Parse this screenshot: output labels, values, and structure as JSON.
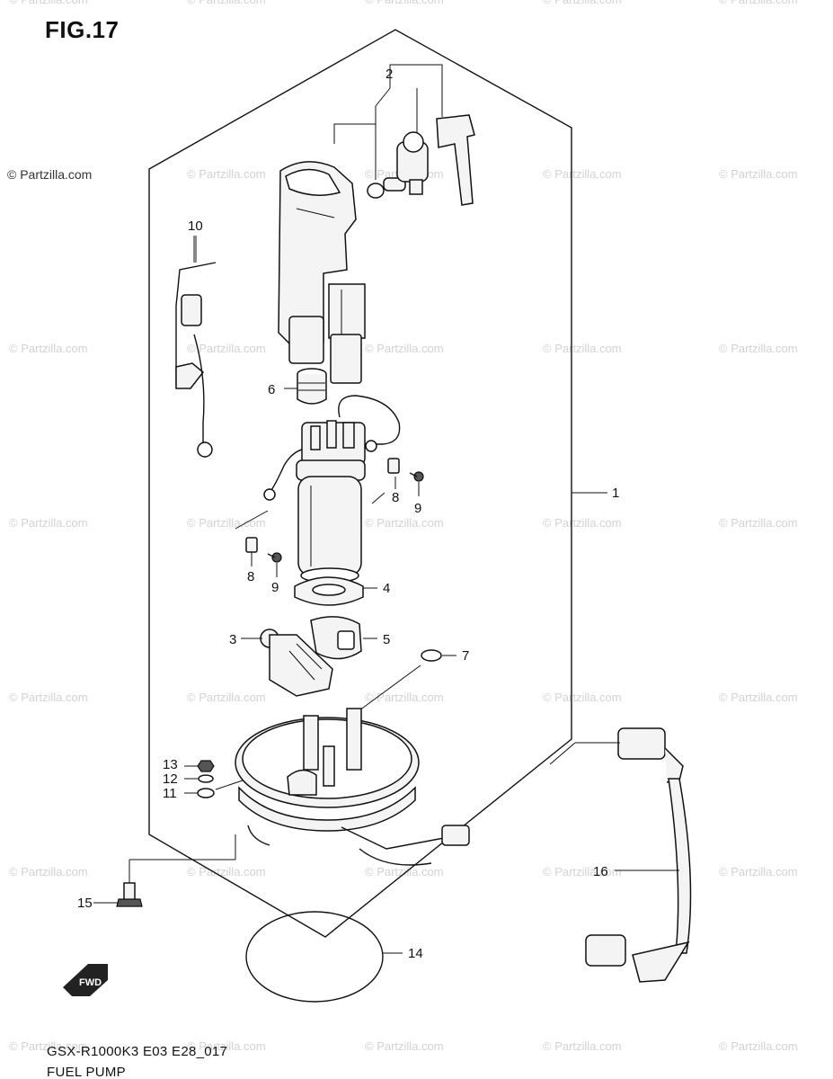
{
  "figure": {
    "title": "FIG.17",
    "copyright": "© Partzilla.com",
    "model_code": "GSX-R1000K3 E03 E28_017",
    "part_name": "FUEL PUMP",
    "watermark": "© Partzilla.com"
  },
  "callouts": [
    {
      "id": "1",
      "label": "1"
    },
    {
      "id": "2",
      "label": "2"
    },
    {
      "id": "3",
      "label": "3"
    },
    {
      "id": "4",
      "label": "4"
    },
    {
      "id": "5",
      "label": "5"
    },
    {
      "id": "6",
      "label": "6"
    },
    {
      "id": "7",
      "label": "7"
    },
    {
      "id": "8a",
      "label": "8"
    },
    {
      "id": "8b",
      "label": "8"
    },
    {
      "id": "9a",
      "label": "9"
    },
    {
      "id": "9b",
      "label": "9"
    },
    {
      "id": "10",
      "label": "10"
    },
    {
      "id": "11",
      "label": "11"
    },
    {
      "id": "12",
      "label": "12"
    },
    {
      "id": "13",
      "label": "13"
    },
    {
      "id": "14",
      "label": "14"
    },
    {
      "id": "15",
      "label": "15"
    },
    {
      "id": "16",
      "label": "16"
    }
  ],
  "fwd_arrow": "FWD"
}
